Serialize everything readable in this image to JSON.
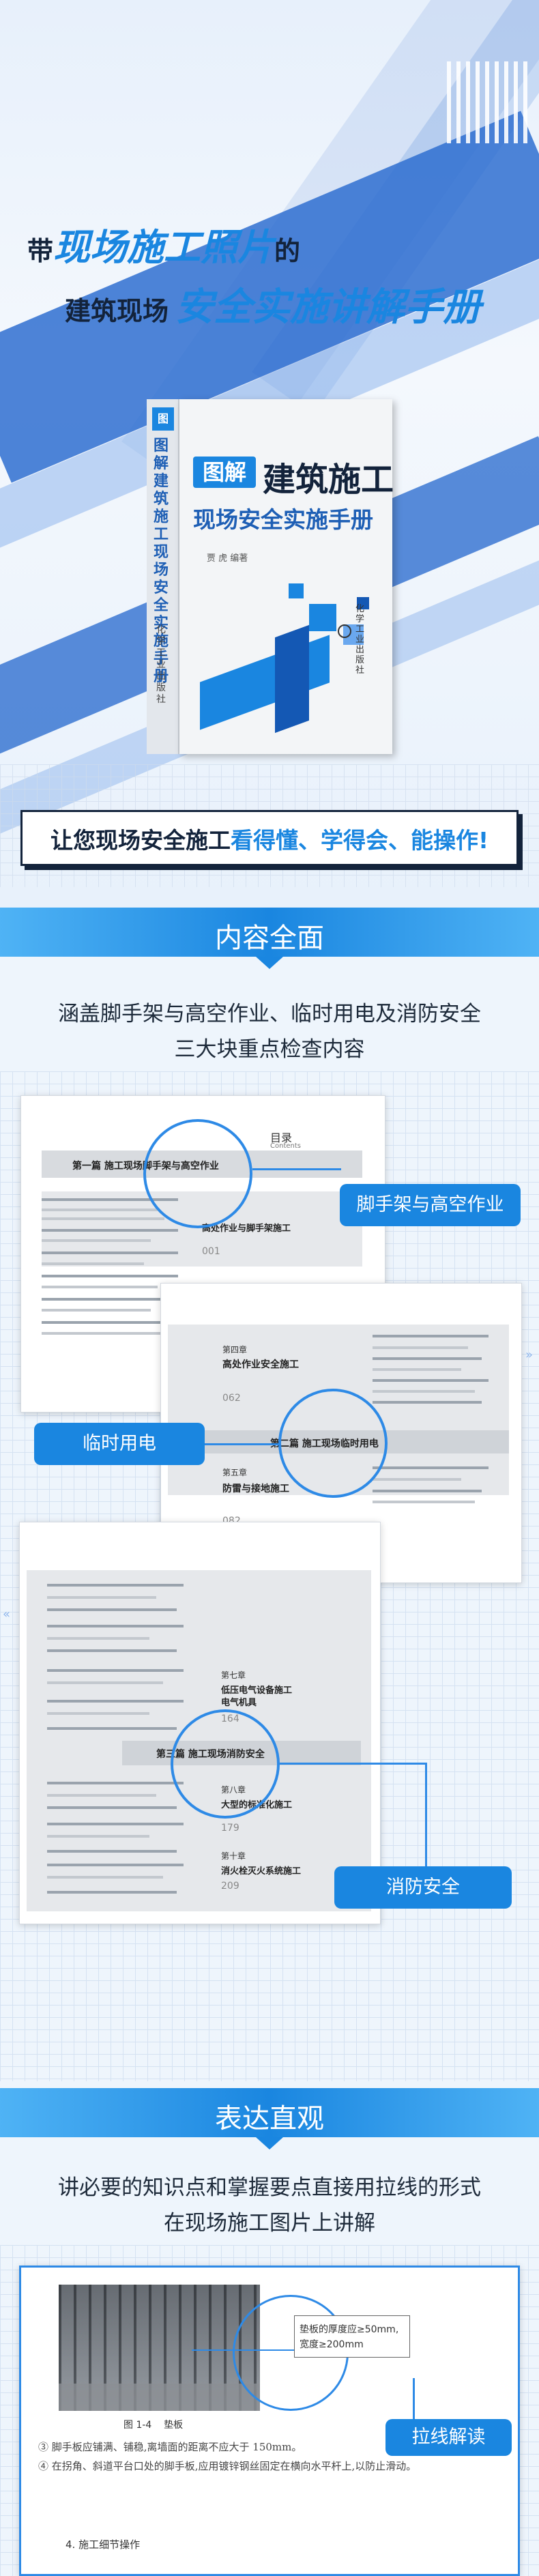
{
  "hero": {
    "line1_prefix": "带",
    "line1_highlight": "现场施工照片",
    "line1_suffix": "的",
    "line2_prefix": "建筑现场",
    "line2_highlight": "安全实施讲解手册",
    "tagline_prefix": "让您现场安全施工",
    "tagline_highlight": "看得懂、学得会、能操作!",
    "colors": {
      "accent": "#1a86e0",
      "dark": "#13233b"
    }
  },
  "book": {
    "badge": "图解",
    "title1": "建筑施工",
    "title2": "现场安全实施手册",
    "author": "贾  虎",
    "author_role": "编著",
    "spine_text": "图解 建筑施工现场安全实施手册",
    "publisher": "化学工业出版社"
  },
  "section1": {
    "title": "内容全面",
    "desc1": "涵盖脚手架与高空作业、临时用电及消防安全",
    "desc2": "三大块重点检查内容",
    "callouts": [
      "脚手架与高空作业",
      "临时用电",
      "消防安全"
    ],
    "toc1": {
      "heading": "目录",
      "heading_en": "Contents",
      "part": "第一篇  施工现场脚手架与高空作业",
      "subtitle": "高处作业与脚手架施工",
      "page": "001"
    },
    "toc2": {
      "part": "第二篇  施工现场临时用电",
      "left1": "高处作业安全施工",
      "left1_page": "062",
      "left2": "防雷与接地施工",
      "left2_page": "082",
      "chapter1": "第四章",
      "chapter2": "第五章"
    },
    "toc3": {
      "part": "第三篇  施工现场消防安全",
      "left1": "低压电气设备施工",
      "left1b": "电气机具",
      "left1_page": "164",
      "left2": "大型的标准化施工",
      "left2_page": "179",
      "left3": "消火栓灭火系统施工",
      "left3_page": "209",
      "chapter1": "第七章",
      "chapter2": "第八章",
      "chapter3": "第十章"
    }
  },
  "section2": {
    "title": "表达直观",
    "desc1": "讲必要的知识点和掌握要点直接用拉线的形式",
    "desc2": "在现场施工图片上讲解",
    "callout": "拉线解读",
    "note_line1": "垫板的厚度应≥50mm,",
    "note_line2": "宽度≥200mm",
    "figure_caption": "图 1-4    垫板",
    "para1": "③ 脚手板应铺满、铺稳,离墙面的距离不应大于 150mm。",
    "para2": "④ 在拐角、斜道平台口处的脚手板,应用镀锌钢丝固定在横向水平杆上,以防止滑动。",
    "next_heading": "4. 施工细节操作"
  }
}
